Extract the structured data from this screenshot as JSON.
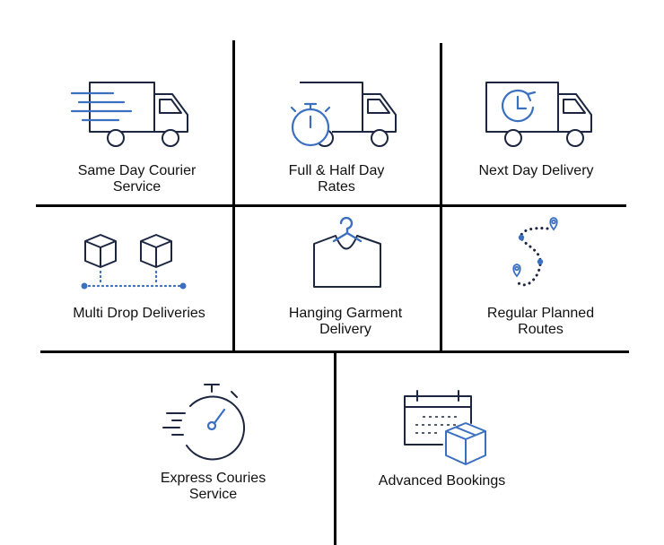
{
  "colors": {
    "navy": "#1c2640",
    "blue": "#3b6fc0",
    "grid_line": "#000000"
  },
  "services": {
    "same_day": {
      "icon": "speeding-truck-icon",
      "line1": "Same Day Courier",
      "line2": "Service"
    },
    "full_half_day": {
      "icon": "truck-stopwatch-icon",
      "line1": "Full & Half Day",
      "line2": "Rates"
    },
    "next_day": {
      "icon": "truck-clock-icon",
      "line1": "Next Day Delivery"
    },
    "multi_drop": {
      "icon": "two-boxes-route-icon",
      "line1": "Multi Drop Deliveries"
    },
    "hanging_garment": {
      "icon": "garment-hanger-icon",
      "line1": "Hanging Garment",
      "line2": "Delivery"
    },
    "regular_routes": {
      "icon": "planned-route-pins-icon",
      "line1": "Regular Planned",
      "line2": "Routes"
    },
    "express": {
      "icon": "fast-stopwatch-icon",
      "line1": "Express Couries",
      "line2": "Service"
    },
    "advanced_bookings": {
      "icon": "calendar-box-icon",
      "line1": "Advanced Bookings"
    }
  }
}
